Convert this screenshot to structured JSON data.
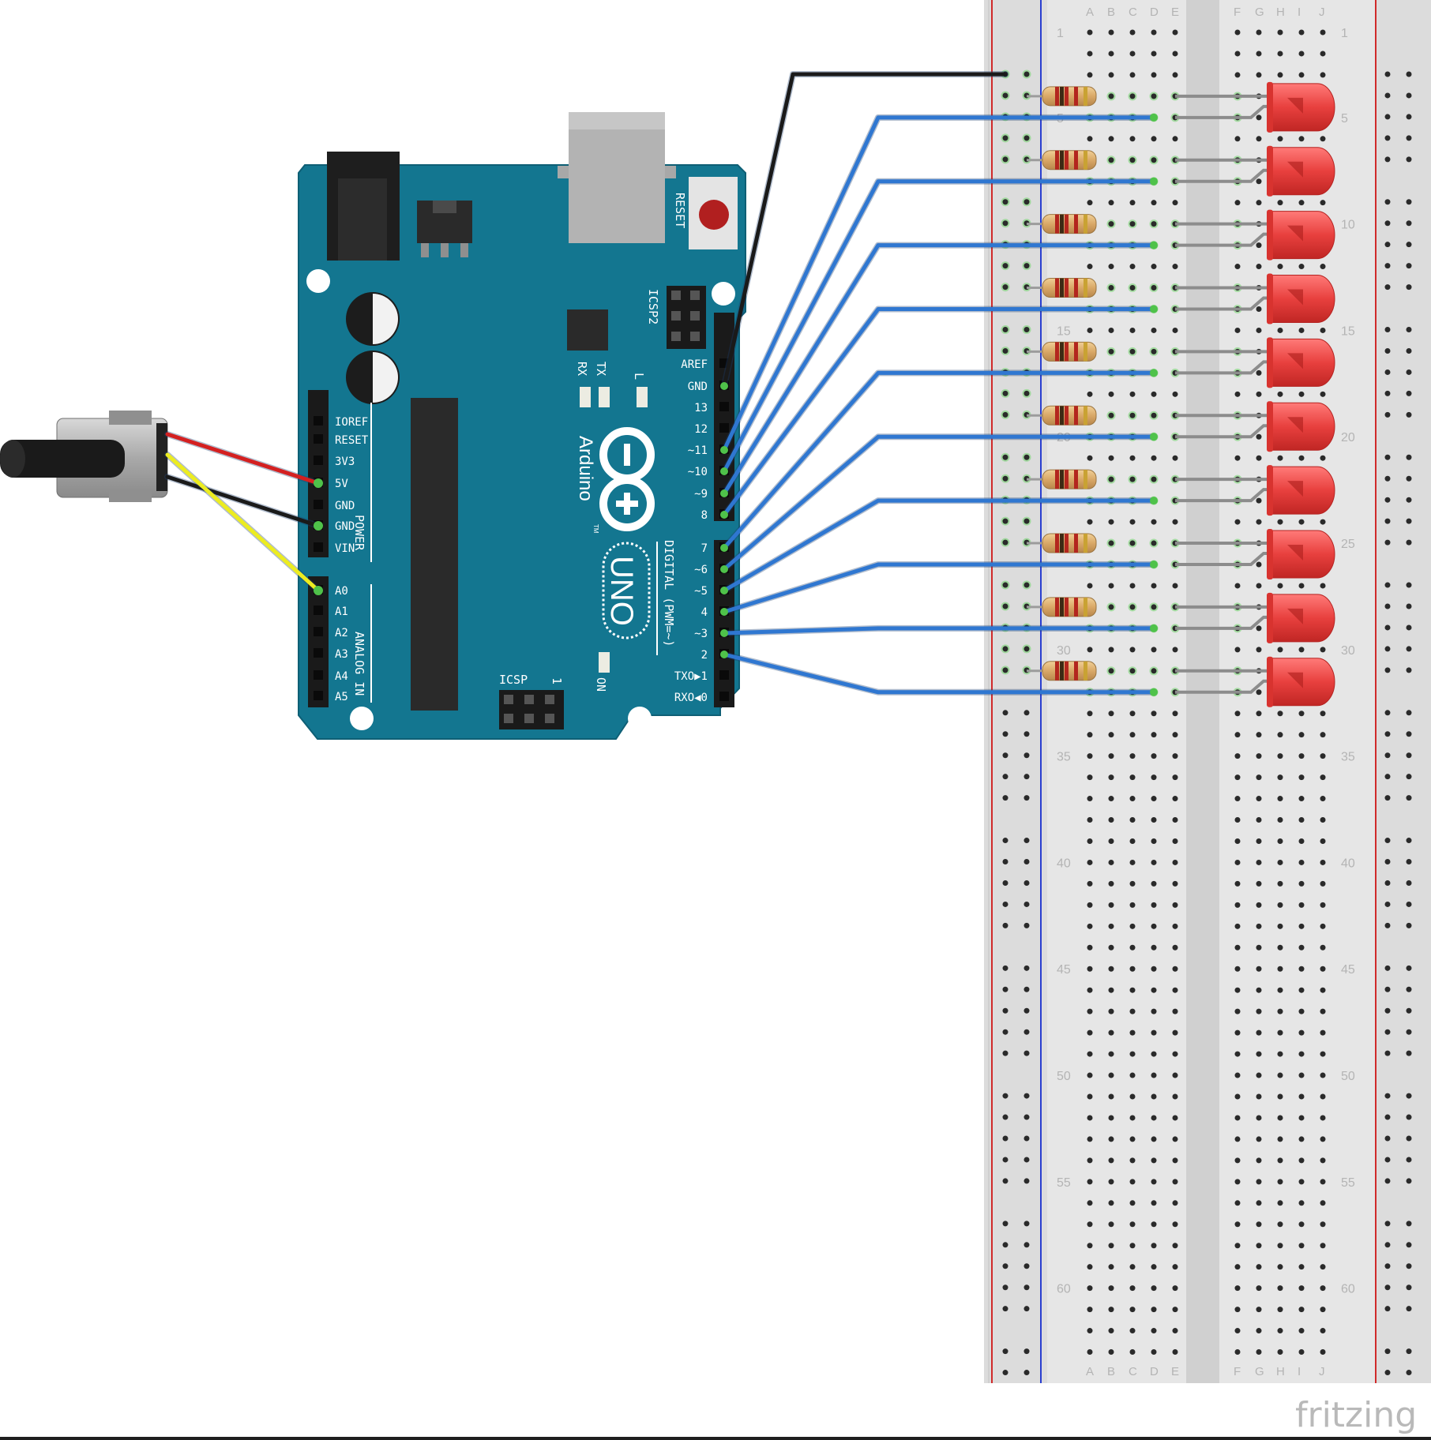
{
  "watermark": "fritzing",
  "breadboard": {
    "left_columns": [
      "A",
      "B",
      "C",
      "D",
      "E"
    ],
    "right_columns": [
      "F",
      "G",
      "H",
      "I",
      "J"
    ],
    "row_numbers": [
      "1",
      "5",
      "10",
      "15",
      "20",
      "25",
      "30",
      "35",
      "40",
      "45",
      "50",
      "55",
      "60"
    ]
  },
  "arduino": {
    "board_name": "UNO",
    "brand": "Arduino",
    "trademark": "TM",
    "labels": {
      "reset": "RESET",
      "icsp2": "ICSP2",
      "icsp": "ICSP",
      "icsp_pin1": "1",
      "tx": "TX",
      "rx": "RX",
      "l": "L",
      "on": "ON",
      "digital": "DIGITAL (PWM=~)",
      "power": "POWER",
      "analog_in": "ANALOG IN"
    },
    "power_pins": [
      "IOREF",
      "RESET",
      "3V3",
      "5V",
      "GND",
      "GND",
      "VIN"
    ],
    "analog_pins": [
      "A0",
      "A1",
      "A2",
      "A3",
      "A4",
      "A5"
    ],
    "digital_pins_upper": [
      "AREF",
      "GND",
      "13",
      "12",
      "~11",
      "~10",
      "~9",
      "8"
    ],
    "digital_pins_lower": [
      "7",
      "~6",
      "~5",
      "4",
      "~3",
      "2",
      "TXO▶1",
      "RXO◀0"
    ]
  },
  "components": {
    "potentiometer": "potentiometer",
    "leds": 10,
    "resistors": 10,
    "led_color": "#e8403e",
    "wire_colors": {
      "signal": "#2f77d1",
      "ground": "#1a1a1a",
      "power": "#d42020",
      "analog": "#ecec20"
    }
  }
}
